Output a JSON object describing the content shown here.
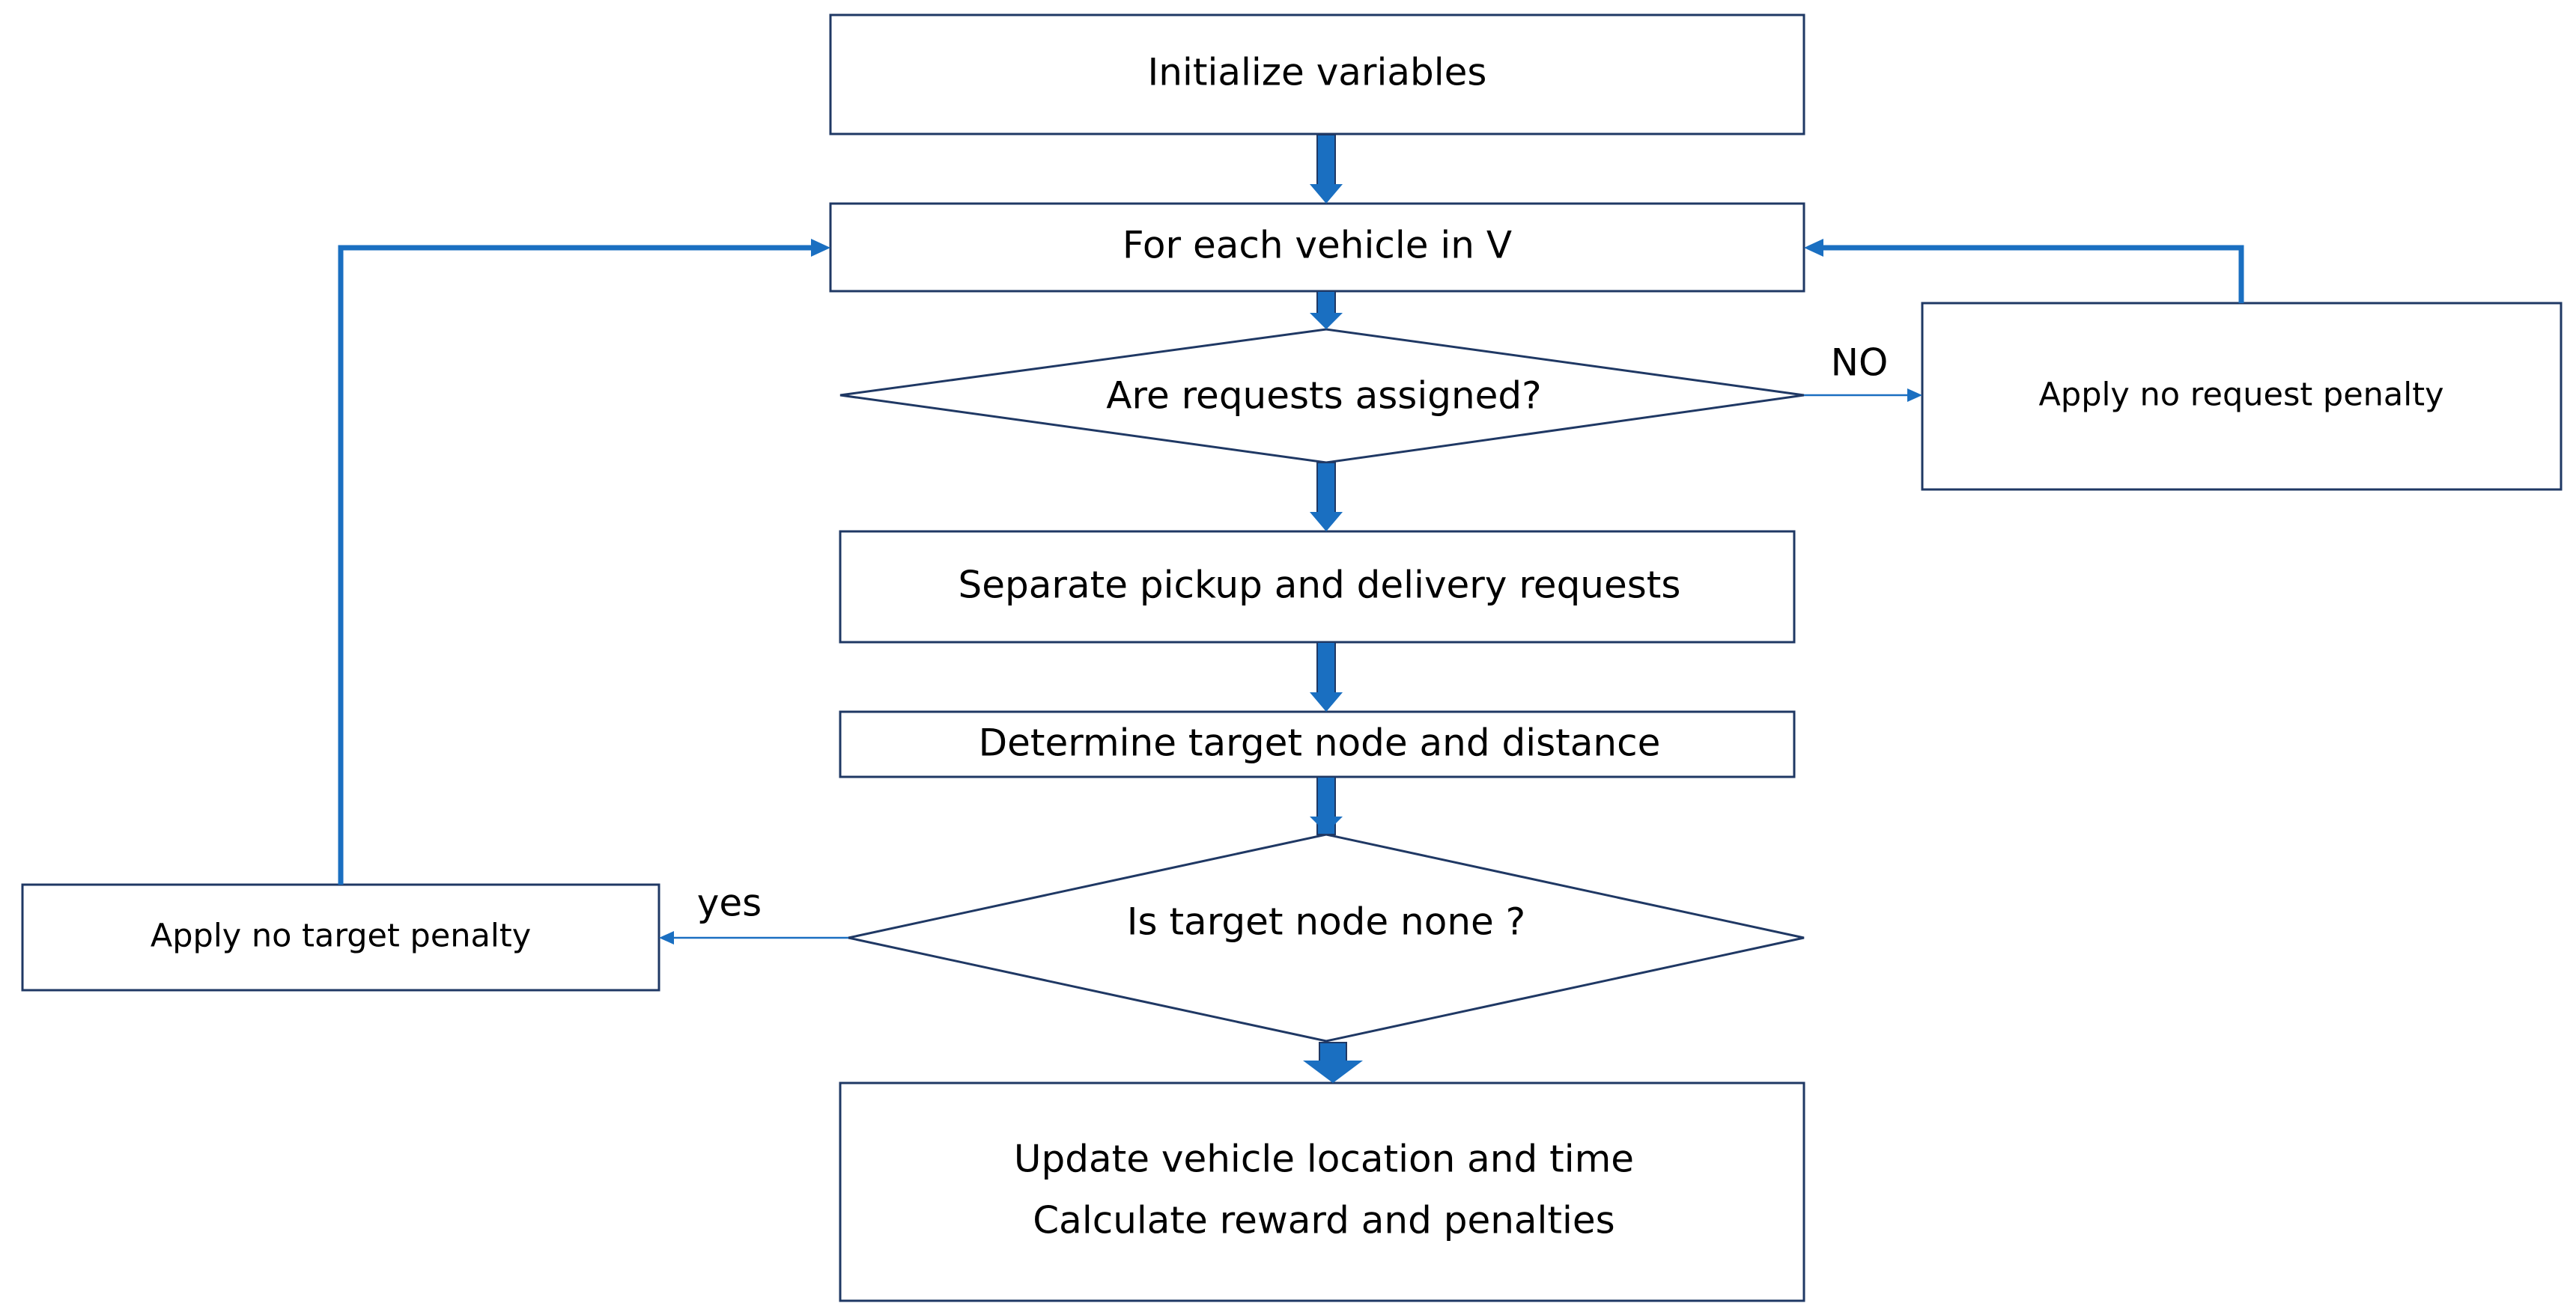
{
  "diagram": {
    "nodes": {
      "init": "Initialize variables",
      "loop": "For each vehicle in V",
      "check_requests": "Are requests assigned?",
      "no_request_penalty": "Apply no request penalty",
      "separate": "Separate pickup and delivery requests",
      "determine": "Determine target node and distance",
      "check_target": "Is target node none ?",
      "no_target_penalty": "Apply no target penalty",
      "update_line1": "Update vehicle location and time",
      "update_line2": "Calculate reward and penalties"
    },
    "edge_labels": {
      "no": "NO",
      "yes": "yes"
    },
    "colors": {
      "node_border": "#1f3864",
      "arrow": "#1a6fc1",
      "text": "#000000"
    }
  }
}
